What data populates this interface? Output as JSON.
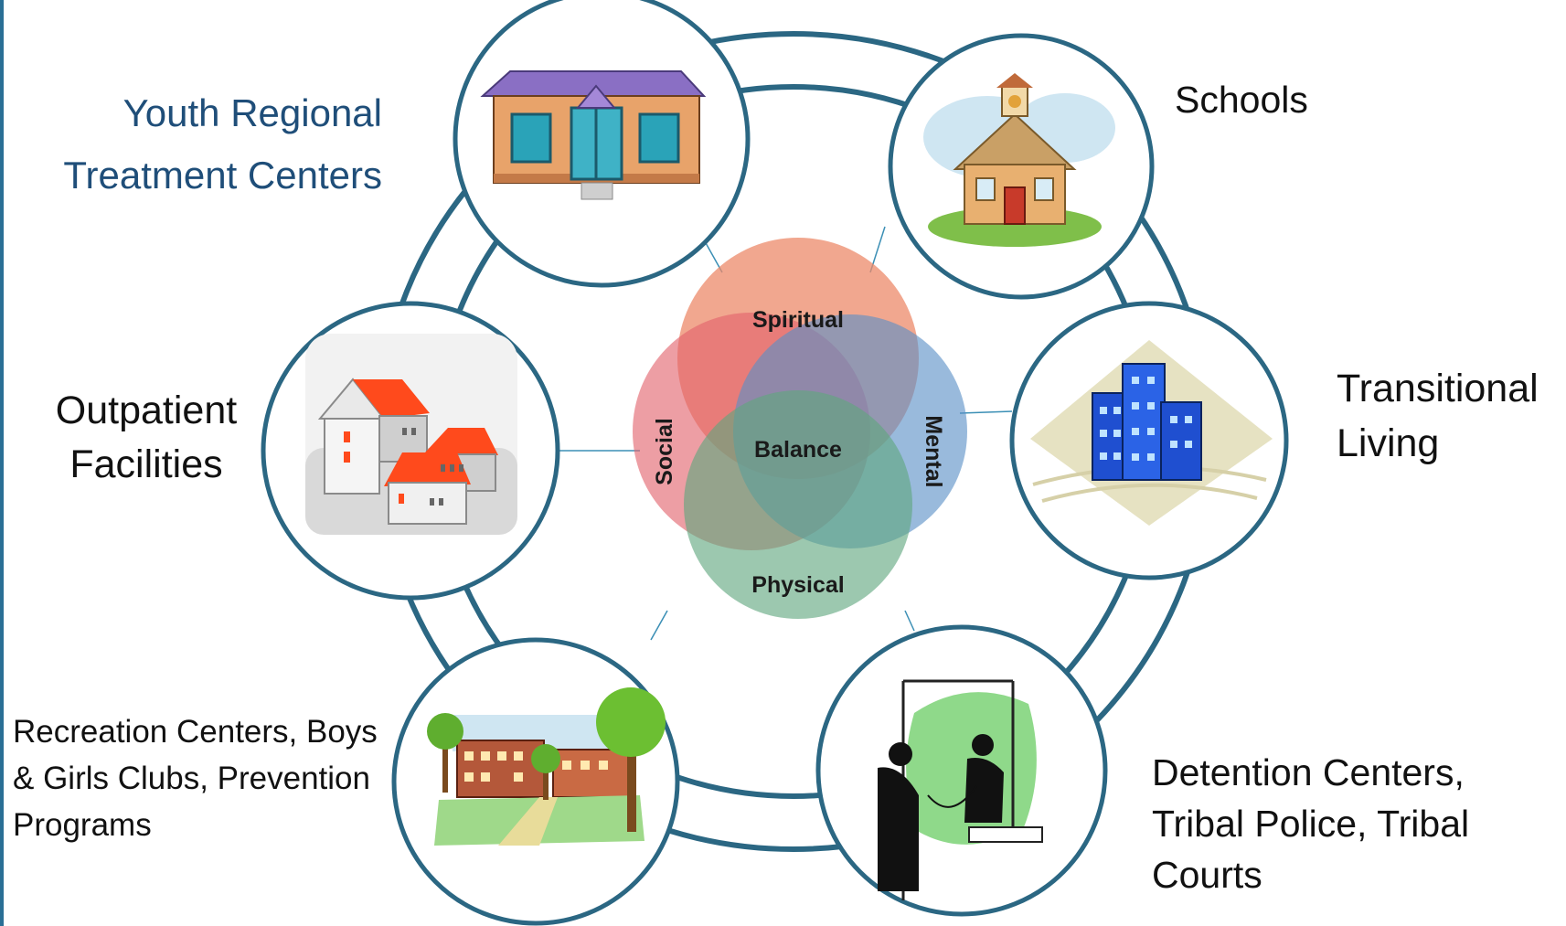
{
  "venn": {
    "top": "Spiritual",
    "left": "Social",
    "right": "Mental",
    "bottom": "Physical",
    "center": "Balance",
    "colors": {
      "spiritual": "#ec8a6a",
      "social": "#e2636c",
      "mental": "#5b8fc6",
      "physical": "#5fa67e"
    }
  },
  "ring_color": "#2b6783",
  "nodes": [
    {
      "label": "Youth Regional Treatment Centers",
      "icon": "treatment-center-building-icon"
    },
    {
      "label": "Schools",
      "icon": "schoolhouse-icon"
    },
    {
      "label": "Transitional Living",
      "icon": "apartment-building-icon"
    },
    {
      "label": "Detention Centers, Tribal Police, Tribal Courts",
      "icon": "detention-visit-icon"
    },
    {
      "label": "Recreation Centers, Boys & Girls Clubs, Prevention Programs",
      "icon": "park-campus-icon"
    },
    {
      "label": "Outpatient Facilities",
      "icon": "houses-icon"
    }
  ]
}
